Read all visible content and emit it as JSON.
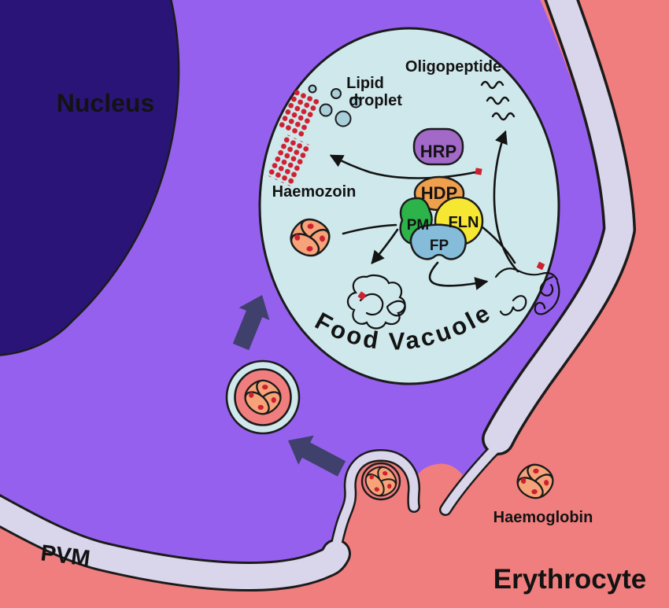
{
  "labels": {
    "nucleus": "Nucleus",
    "pvm": "PVM",
    "erythrocyte": "Erythrocyte",
    "haemoglobin": "Haemoglobin",
    "food_vacuole": "Food Vacuole",
    "oligopeptide": "Oligopeptide",
    "lipid_line1": "Lipid",
    "lipid_line2": "droplet",
    "haemozoin": "Haemozoin"
  },
  "proteins": {
    "hrp": "HRP",
    "hdp": "HDP",
    "fln": "FLN",
    "pm": "PM",
    "fp": "FP"
  },
  "colors": {
    "erythrocyte": "#f17e7e",
    "parasite": "#9560ee",
    "pvm": "#d9d5ea",
    "nucleus": "#2b1478",
    "food_vacuole": "#cfe8ec",
    "haemoglobin": "#f7a379",
    "heme": "#cd2130",
    "haemozoin": "#cf2030",
    "lipid": "#a9cfdb",
    "hrp": "#a269c9",
    "hdp": "#f0a04d",
    "fln": "#f6e733",
    "pm": "#2cb44b",
    "fp": "#85bcd9",
    "big_arrow": "#40406c",
    "fv_label": "#2d2d74",
    "label_light": "#ffffff"
  }
}
